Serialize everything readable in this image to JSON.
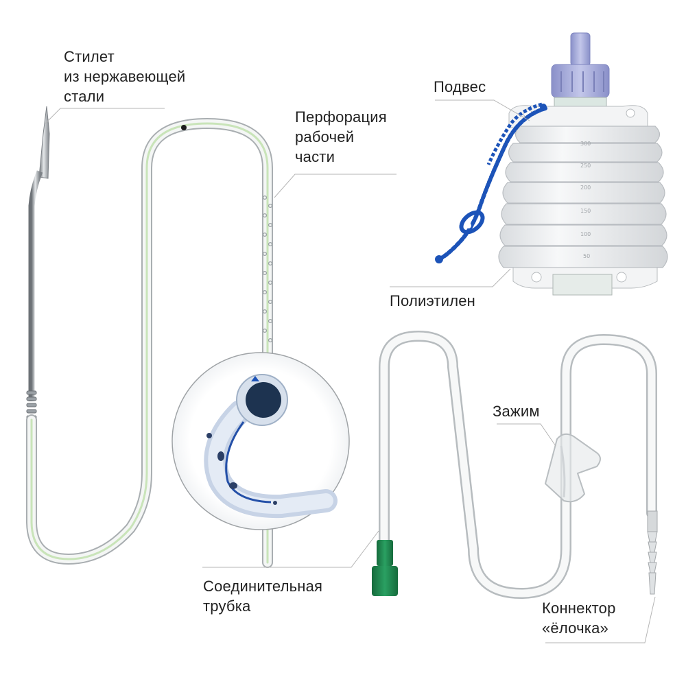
{
  "labels": {
    "stylet": "Стилет\nиз нержавеющей\nстали",
    "perforation": "Перфорация\nрабочей\nчасти",
    "hanger": "Подвес",
    "polyethylene": "Полиэтилен",
    "clamp": "Зажим",
    "connecting_tube": "Соединительная\nтрубка",
    "connector": "Коннектор\n«ёлочка»"
  },
  "bellows_scale": [
    "300",
    "250",
    "200",
    "150",
    "100",
    "50"
  ],
  "colors": {
    "leader_line": "#b5b5b5",
    "tube_outline": "#a8adb0",
    "tube_inner": "#d8eccc",
    "stylet_steel": "#8f9499",
    "hanger_blue": "#1c53b8",
    "cap_lavender": "#9ea4d6",
    "luer_green": "#1f8a4f",
    "bellows": "#eef0f2",
    "lumen_dark": "#1d3350"
  },
  "icons": [
    "stylet-needle-icon",
    "drain-catheter-icon",
    "drainage-bellows-icon",
    "connecting-tube-icon",
    "clamp-icon",
    "herringbone-connector-icon"
  ]
}
